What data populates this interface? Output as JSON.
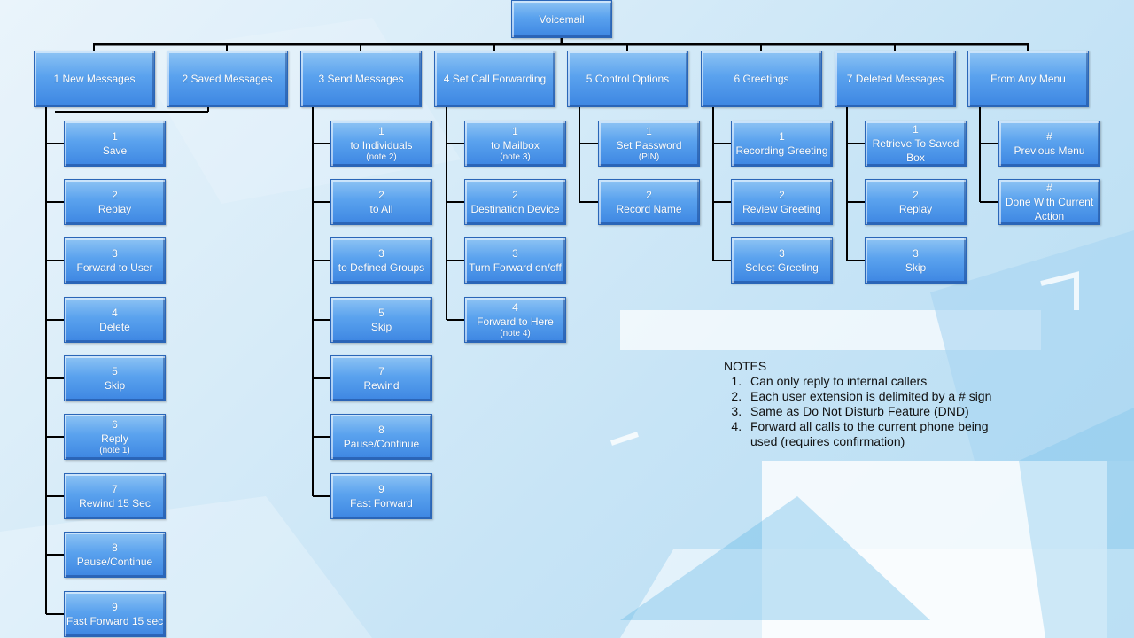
{
  "root": {
    "label": "Voicemail"
  },
  "menus": [
    {
      "label": "1 New Messages",
      "items": [
        {
          "num": "1",
          "text": "Save",
          "note": ""
        },
        {
          "num": "2",
          "text": "Replay",
          "note": ""
        },
        {
          "num": "3",
          "text": "Forward to User",
          "note": ""
        },
        {
          "num": "4",
          "text": "Delete",
          "note": ""
        },
        {
          "num": "5",
          "text": "Skip",
          "note": ""
        },
        {
          "num": "6",
          "text": "Reply",
          "note": "(note 1)"
        },
        {
          "num": "7",
          "text": "Rewind 15 Sec",
          "note": ""
        },
        {
          "num": "8",
          "text": "Pause/Continue",
          "note": ""
        },
        {
          "num": "9",
          "text": "Fast Forward 15 sec",
          "note": ""
        }
      ]
    },
    {
      "label": "2 Saved Messages",
      "items": []
    },
    {
      "label": "3 Send Messages",
      "items": [
        {
          "num": "1",
          "text": "to Individuals",
          "note": "(note 2)"
        },
        {
          "num": "2",
          "text": "to All",
          "note": ""
        },
        {
          "num": "3",
          "text": "to Defined Groups",
          "note": ""
        },
        {
          "num": "5",
          "text": "Skip",
          "note": ""
        },
        {
          "num": "7",
          "text": "Rewind",
          "note": ""
        },
        {
          "num": "8",
          "text": "Pause/Continue",
          "note": ""
        },
        {
          "num": "9",
          "text": "Fast Forward",
          "note": ""
        }
      ]
    },
    {
      "label": "4 Set Call Forwarding",
      "items": [
        {
          "num": "1",
          "text": "to Mailbox",
          "note": "(note 3)"
        },
        {
          "num": "2",
          "text": "Destination Device",
          "note": ""
        },
        {
          "num": "3",
          "text": "Turn Forward on/off",
          "note": ""
        },
        {
          "num": "4",
          "text": "Forward to Here",
          "note": "(note 4)"
        }
      ]
    },
    {
      "label": "5 Control Options",
      "items": [
        {
          "num": "1",
          "text": "Set Password",
          "note": "(PIN)"
        },
        {
          "num": "2",
          "text": "Record Name",
          "note": ""
        }
      ]
    },
    {
      "label": "6 Greetings",
      "items": [
        {
          "num": "1",
          "text": "Recording Greeting",
          "note": ""
        },
        {
          "num": "2",
          "text": "Review Greeting",
          "note": ""
        },
        {
          "num": "3",
          "text": "Select Greeting",
          "note": ""
        }
      ]
    },
    {
      "label": "7 Deleted Messages",
      "items": [
        {
          "num": "1",
          "text": "Retrieve To Saved Box",
          "note": ""
        },
        {
          "num": "2",
          "text": "Replay",
          "note": ""
        },
        {
          "num": "3",
          "text": "Skip",
          "note": ""
        }
      ]
    },
    {
      "label": "From Any Menu",
      "items": [
        {
          "num": "#",
          "text": "Previous Menu",
          "note": ""
        },
        {
          "num": "#",
          "text": "Done With Current Action",
          "note": ""
        }
      ]
    }
  ],
  "notes": {
    "title": "NOTES",
    "items": [
      "Can only reply to internal callers",
      "Each user extension is delimited by a # sign",
      "Same as Do Not Disturb Feature (DND)",
      "Forward all calls to the current phone being used (requires confirmation)"
    ]
  },
  "colors": {
    "box_top": "#8ec4f4",
    "box_bottom": "#3d86e2",
    "connector": "#000000"
  }
}
